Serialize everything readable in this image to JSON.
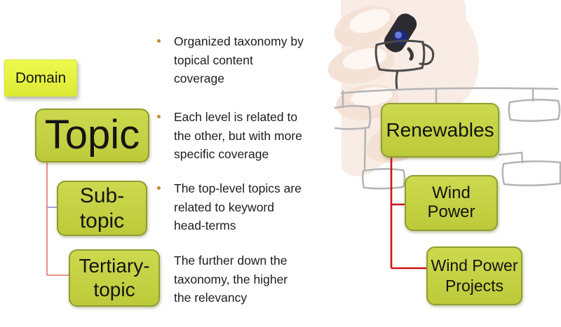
{
  "colors": {
    "domain_fill": "#e6f43f",
    "node_fill": "#c3d142",
    "node_border": "#8f9e2e",
    "connector_left_red": "#e8807e",
    "connector_left_purple": "#9a9ad8",
    "connector_right_red": "#cc1515",
    "bullet_dot": "#c8882e",
    "sketch_dark": "#4a4a4a",
    "sketch_light": "#b4b4b4",
    "text": "#1d1d1d"
  },
  "bullets": [
    {
      "lines": [
        "Organized taxonomy by",
        "topical content",
        "coverage"
      ]
    },
    {
      "lines": [
        "Each level is related to",
        "the other, but with more",
        "specific coverage"
      ]
    },
    {
      "lines": [
        "The top-level topics are",
        "related to keyword",
        "head-terms"
      ]
    },
    {
      "lines": [
        "The further down the",
        "taxonomy, the higher",
        "the relevancy"
      ]
    }
  ],
  "taxonomy": {
    "domain": "Domain",
    "topic": "Topic",
    "subtopic": {
      "line1": "Sub-",
      "line2": "topic"
    },
    "tertiary": {
      "line1": "Tertiary-",
      "line2": "topic"
    }
  },
  "example_hierarchy": {
    "level1": "Renewables",
    "level2": "Wind Power",
    "level3": {
      "line1": "Wind Power",
      "line2": "Projects"
    }
  },
  "background": {
    "photo": "hand-with-marker-drawing-flowchart"
  }
}
